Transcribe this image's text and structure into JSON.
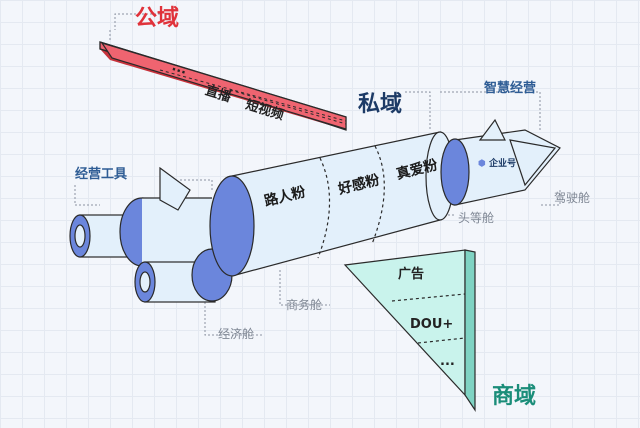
{
  "labels": {
    "public_domain": "公域",
    "private_domain": "私域",
    "commercial_domain": "商域",
    "smart_ops": "智慧经营",
    "ops_tools": "经营工具",
    "cockpit": "驾驶舱",
    "first_class": "头等舱",
    "business_class": "商务舱",
    "economy_class": "经济舱"
  },
  "public_wing": {
    "items": [
      "...",
      "直播",
      "短视频"
    ]
  },
  "fuselage": {
    "segments": [
      "路人粉",
      "好感粉",
      "真爱粉"
    ]
  },
  "commercial_wing": {
    "items": [
      "广告",
      "DOU+",
      "..."
    ]
  },
  "logo_text": "企业号",
  "colors": {
    "red_wing": "#ef6470",
    "teal_wing": "#c9f3ec",
    "body_fill": "#e3f0fb",
    "body_ring": "#6b86dc",
    "accent_red": "#e0323a",
    "accent_teal": "#1a8d79",
    "accent_navy": "#1c3a66"
  }
}
